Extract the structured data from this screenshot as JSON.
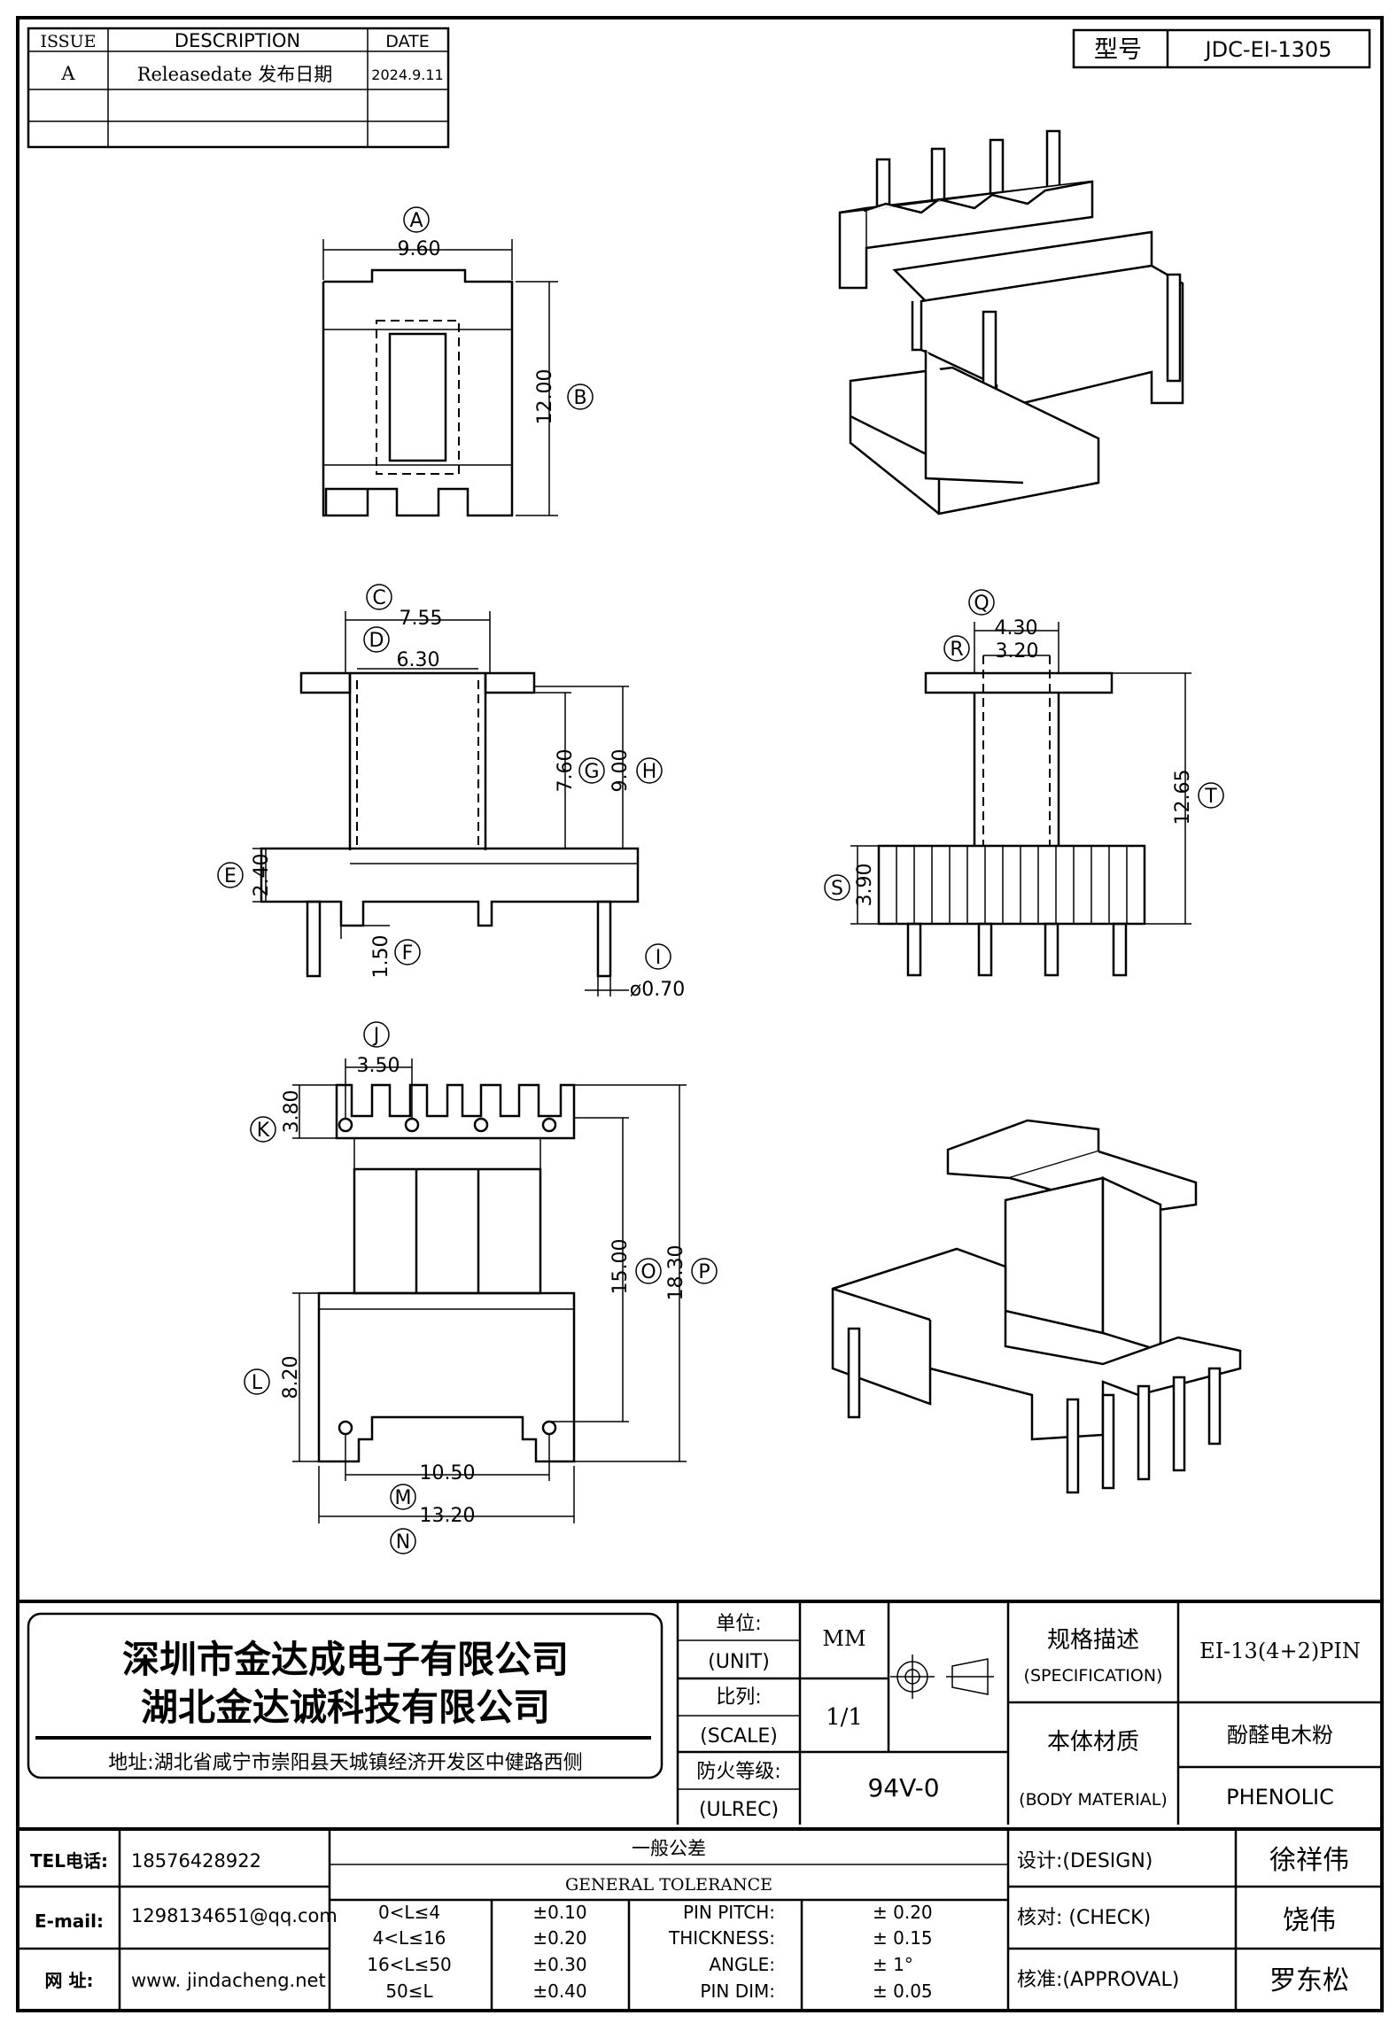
{
  "revision_table": {
    "headers": {
      "issue": "ISSUE",
      "description": "DESCRIPTION",
      "date": "DATE"
    },
    "rows": [
      {
        "issue": "A",
        "description": "Releasedate 发布日期",
        "date": "2024.9.11"
      }
    ]
  },
  "model_box": {
    "label": "型号",
    "value": "JDC-EI-1305"
  },
  "dimensions": {
    "A": "9.60",
    "B": "12.00",
    "C": "7.55",
    "D": "6.30",
    "E": "2.40",
    "F": "1.50",
    "G": "7.60",
    "H": "9.00",
    "I": "ø0.70",
    "J": "3.50",
    "K": "3.80",
    "L": "8.20",
    "M": "10.50",
    "N": "13.20",
    "O": "15.00",
    "P": "18.30",
    "Q": "4.30",
    "R": "3.20",
    "S": "3.90",
    "T": "12.65"
  },
  "title_block": {
    "company_line1": "深圳市金达成电子有限公司",
    "company_line2": "湖北金达诚科技有限公司",
    "address": "地址:湖北省咸宁市崇阳县天城镇经济开发区中健路西侧",
    "unit_label": "单位:",
    "unit_label_en": "(UNIT)",
    "unit_value": "MM",
    "scale_label": "比列:",
    "scale_label_en": "(SCALE)",
    "scale_value": "1/1",
    "fire_label": "防火等级:",
    "fire_label_en": "(ULREC)",
    "fire_value": "94V-0",
    "spec_label": "规格描述",
    "spec_label_en": "(SPECIFICATION)",
    "spec_value": "EI-13(4+2)PIN",
    "material_label": "本体材质",
    "material_label_en": "(BODY MATERIAL)",
    "material_value": "酚醛电木粉",
    "material_value_en": "PHENOLIC"
  },
  "contact": {
    "tel_label": "TEL电话:",
    "tel": "18576428922",
    "email_label": "E-mail:",
    "email": "1298134651@qq.com",
    "web_label": "网    址:",
    "web": "www. jindacheng.net"
  },
  "tolerance": {
    "title_cn": "一般公差",
    "title_en": "GENERAL TOLERANCE",
    "ranges": [
      {
        "range": "0<L≤4",
        "tol": "±0.10"
      },
      {
        "range": "4<L≤16",
        "tol": "±0.20"
      },
      {
        "range": "16<L≤50",
        "tol": "±0.30"
      },
      {
        "range": "50≤L",
        "tol": "±0.40"
      }
    ],
    "items": [
      {
        "label": "PIN PITCH:",
        "value": "±  0.20"
      },
      {
        "label": "THICKNESS:",
        "value": "±  0.15"
      },
      {
        "label": "ANGLE:",
        "value": "±  1°"
      },
      {
        "label": "PIN DIM:",
        "value": "±  0.05"
      }
    ]
  },
  "approvals": [
    {
      "label": "设计:(DESIGN)",
      "name": "徐祥伟"
    },
    {
      "label": "核对: (CHECK)",
      "name": "饶伟"
    },
    {
      "label": "核准:(APPROVAL)",
      "name": "罗东松"
    }
  ]
}
